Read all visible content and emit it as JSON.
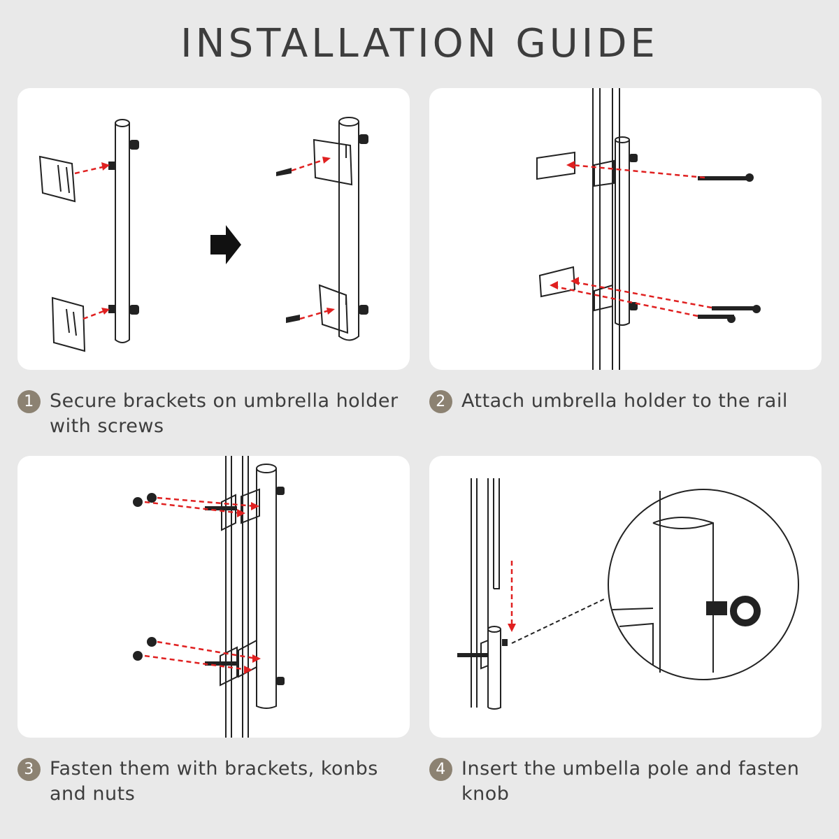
{
  "title": "INSTALLATION GUIDE",
  "steps": [
    {
      "number": "1",
      "text": "Secure brackets on umbrella holder with screws"
    },
    {
      "number": "2",
      "text": "Attach umbrella holder to the rail"
    },
    {
      "number": "3",
      "text": "Fasten them with brackets, konbs and nuts"
    },
    {
      "number": "4",
      "text": " Insert the umbella pole and fasten knob"
    }
  ],
  "colors": {
    "background": "#e9e9e9",
    "panel": "#ffffff",
    "badge": "#8c8272",
    "text": "#3d3d3d",
    "arrow": "#e02020",
    "line": "#222222"
  }
}
